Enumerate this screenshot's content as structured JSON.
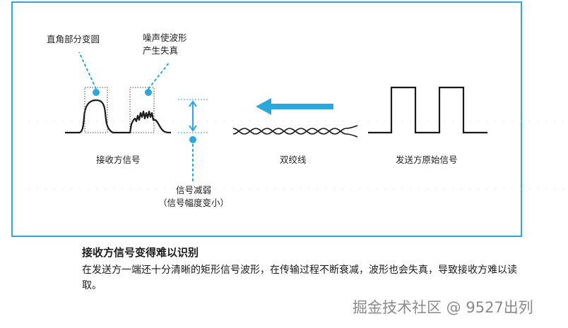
{
  "labels": {
    "corner_rounded": "直角部分变圆",
    "noise_line1": "噪声使波形",
    "noise_line2": "产生失真",
    "receiver": "接收方信号",
    "twisted_pair": "双绞线",
    "sender": "发送方原始信号",
    "attenuation_line1": "信号减弱",
    "attenuation_line2": "（信号幅度变小）"
  },
  "caption": {
    "title": "接收方信号变得难以识别",
    "body": "在发送方一端还十分清晰的矩形信号波形，在传输过程不断衰减，波形也会失真，导致接收方难以读取。"
  },
  "watermark": "掘金技术社区 @ 9527出列",
  "colors": {
    "accent": "#2aa7dc",
    "waveform": "#1a1a1a",
    "text": "#222222"
  },
  "icons": {
    "direction_arrow": "left-arrow-icon",
    "amplitude_arrow": "double-vertical-arrow-icon"
  }
}
